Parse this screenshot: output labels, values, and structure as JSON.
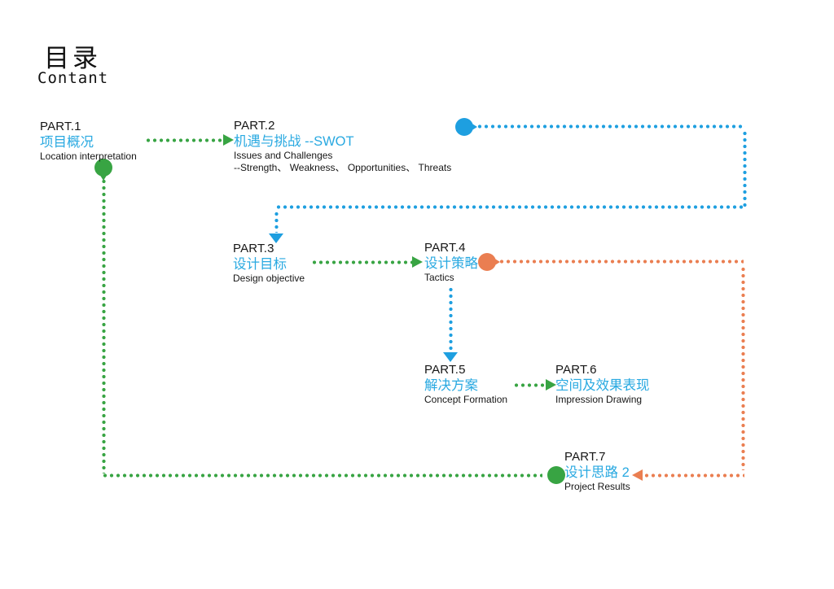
{
  "page": {
    "title_zh": "目录",
    "title_en": "Contant"
  },
  "parts": [
    {
      "label": "PART.1",
      "title": "项目概况",
      "subtitle": "Location interpretation"
    },
    {
      "label": "PART.2",
      "title": "机遇与挑战 --SWOT",
      "subtitle": "Issues and Challenges",
      "subtitle2": "--Strength、 Weakness、 Opportunities、 Threats"
    },
    {
      "label": "PART.3",
      "title": "设计目标",
      "subtitle": "Design objective"
    },
    {
      "label": "PART.4",
      "title": "设计策略",
      "subtitle": "Tactics"
    },
    {
      "label": "PART.5",
      "title": "解决方案",
      "subtitle": "Concept Formation"
    },
    {
      "label": "PART.6",
      "title": "空间及效果表现",
      "subtitle": "Impression Drawing"
    },
    {
      "label": "PART.7",
      "title": "设计思路 2",
      "subtitle": "Project Results"
    }
  ],
  "colors": {
    "accent_cyan": "#29a9e1",
    "flow_blue": "#1e9fe0",
    "flow_green": "#38a443",
    "flow_orange": "#ea7e51"
  }
}
